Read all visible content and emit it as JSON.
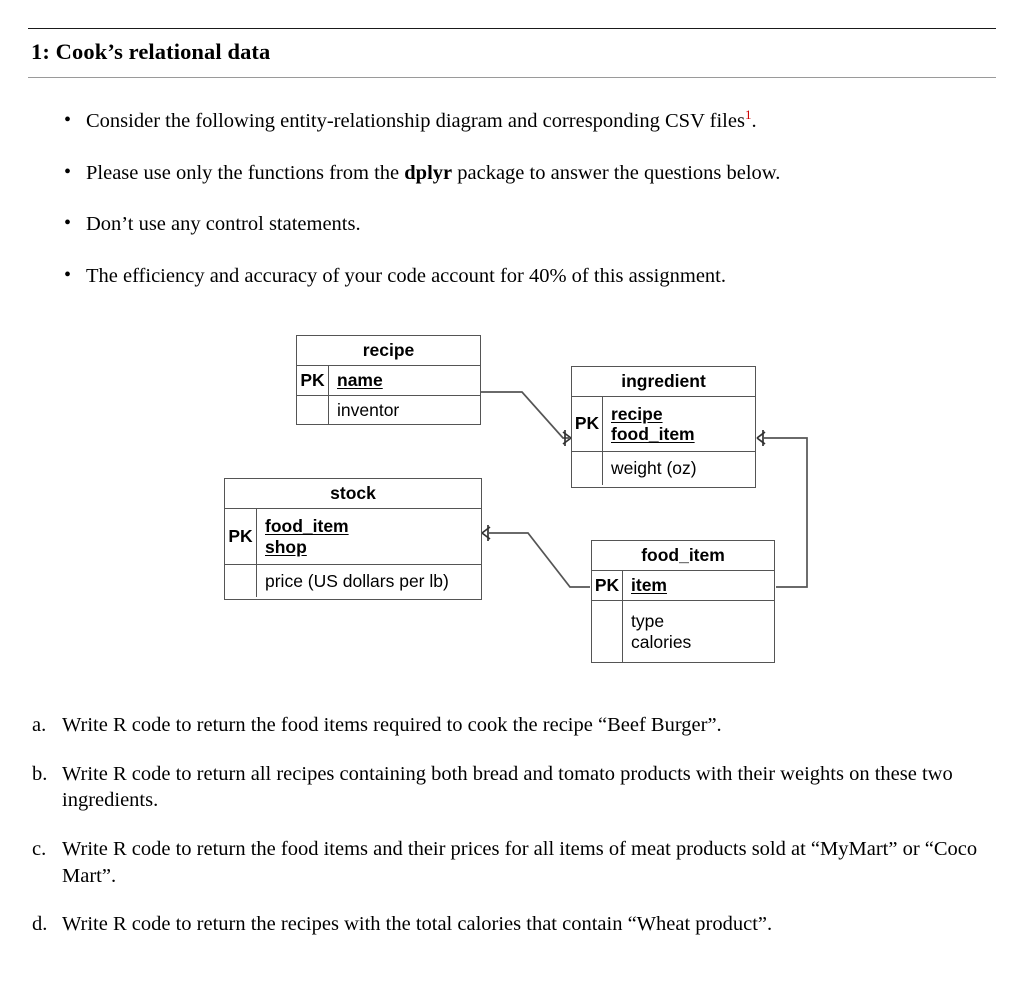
{
  "document": {
    "section_title": "1:  Cook’s relational data",
    "bullets": [
      {
        "marker": "•",
        "text_before": "Consider the following entity-relationship diagram and corresponding CSV files",
        "footnote_marker": "1",
        "text_after": "."
      },
      {
        "marker": "•",
        "text_before": "Please use only the functions from the ",
        "bold_term": "dplyr",
        "text_after": " package to answer the questions below."
      },
      {
        "marker": "•",
        "text_before": "Don’t use any control statements.",
        "bold_term": "",
        "text_after": ""
      },
      {
        "marker": "•",
        "text_before": "The efficiency and accuracy of your code account for 40% of this assignment.",
        "bold_term": "",
        "text_after": ""
      }
    ],
    "questions": [
      {
        "label": "a.",
        "text": "Write R code to return the food items required to cook the recipe “Beef Burger”."
      },
      {
        "label": "b.",
        "text": "Write R code to return all recipes containing both bread and tomato products with their weights on these two ingredients."
      },
      {
        "label": "c.",
        "text": "Write R code to return the food items and their prices for all items of meat products sold at “MyMart” or “Coco Mart”."
      },
      {
        "label": "d.",
        "text": "Write R code to return the recipes with the total calories that contain “Wheat product”."
      }
    ]
  },
  "er_diagram": {
    "line_color": "#555555",
    "entities": {
      "recipe": {
        "title": "recipe",
        "key_label": "PK",
        "pk_attributes": [
          "name"
        ],
        "other_attributes": [
          "inventor"
        ]
      },
      "ingredient": {
        "title": "ingredient",
        "key_label": "PK",
        "pk_attributes": [
          "recipe",
          "food_item"
        ],
        "other_attributes": [
          "weight (oz)"
        ]
      },
      "stock": {
        "title": "stock",
        "key_label": "PK",
        "pk_attributes": [
          "food_item",
          "shop"
        ],
        "other_attributes": [
          "price (US dollars per lb)"
        ]
      },
      "food_item": {
        "title": "food_item",
        "key_label": "PK",
        "pk_attributes": [
          "item"
        ],
        "other_attributes": [
          "type",
          "calories"
        ]
      }
    },
    "relationships": [
      {
        "from": "recipe",
        "to": "ingredient",
        "to_cardinality": "crows-foot-many"
      },
      {
        "from": "ingredient",
        "to": "food_item",
        "from_cardinality": "crows-foot-many"
      },
      {
        "from": "stock",
        "to": "food_item",
        "from_cardinality": "crows-foot-many"
      }
    ]
  }
}
